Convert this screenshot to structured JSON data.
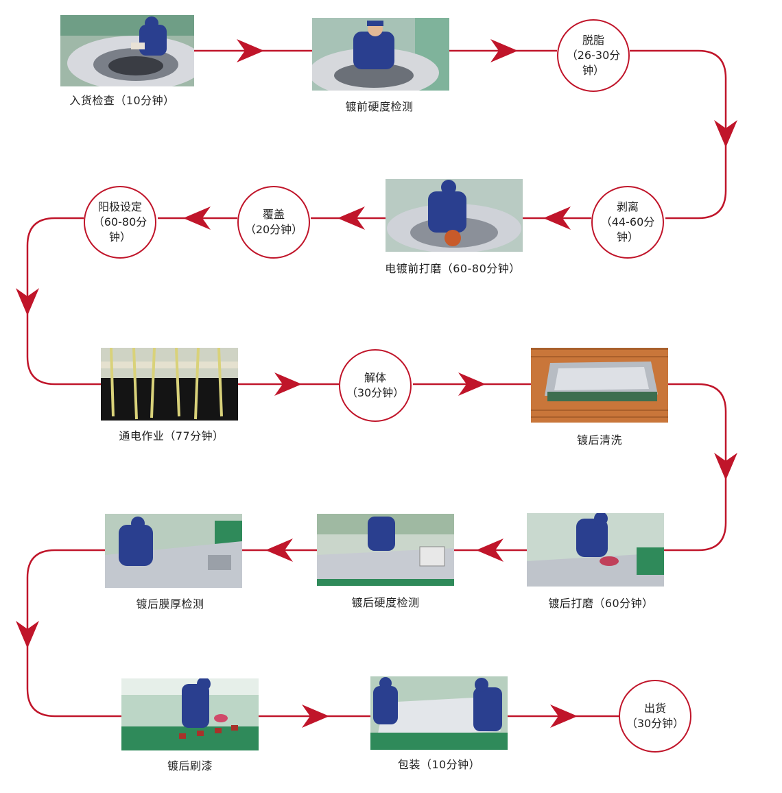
{
  "colors": {
    "line": "#c0152a",
    "worker": "#2a3f8f",
    "machine": "#2f8a5a",
    "metal": "#c9ced6",
    "tank": "#1a1a1a",
    "copper": "#b5651d"
  },
  "steps": {
    "incoming_inspection": "入货检查（10分钟）",
    "pre_hardness": "镀前硬度检测",
    "degrease": {
      "name": "脱脂",
      "time": "（26-30分钟）"
    },
    "strip": {
      "name": "剥离",
      "time": "（44-60分钟）"
    },
    "pre_grind": "电镀前打磨（60-80分钟）",
    "cover": {
      "name": "覆盖",
      "time": "（20分钟）"
    },
    "anode": {
      "name": "阳极设定",
      "time": "（60-80分钟）"
    },
    "energize": "通电作业（77分钟）",
    "disassemble": {
      "name": "解体",
      "time": "（30分钟）"
    },
    "post_wash": "镀后清洗",
    "post_grind": "镀后打磨（60分钟）",
    "post_hardness": "镀后硬度检测",
    "film_thickness": "镀后膜厚检测",
    "post_paint": "镀后刷漆",
    "packing": "包装（10分钟）",
    "shipping": {
      "name": "出货",
      "time": "（30分钟）"
    }
  }
}
